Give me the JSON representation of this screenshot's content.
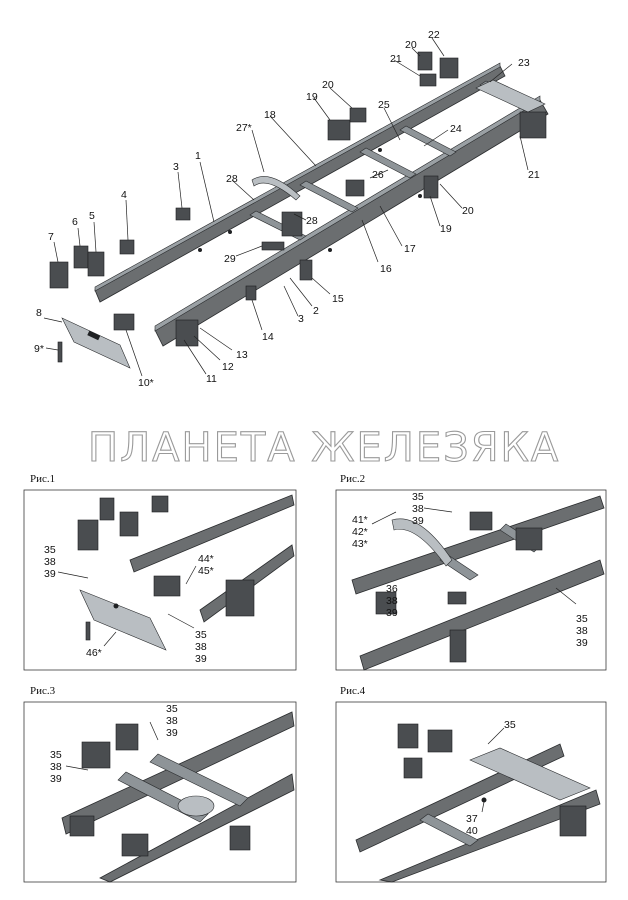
{
  "watermark": "ПЛАНЕТА ЖЕЛЕЗЯКА",
  "main_callouts": [
    "1",
    "2",
    "3",
    "3",
    "4",
    "5",
    "6",
    "7",
    "8",
    "9*",
    "10*",
    "11",
    "12",
    "13",
    "14",
    "15",
    "16",
    "17",
    "18",
    "19",
    "19",
    "20",
    "20",
    "20",
    "21",
    "21",
    "22",
    "23",
    "24",
    "25",
    "26",
    "27*",
    "28",
    "28",
    "29"
  ],
  "panels": [
    {
      "caption": "Рис.1",
      "callouts": [
        "35",
        "38",
        "39",
        "44*",
        "45*",
        "35",
        "38",
        "39",
        "46*"
      ]
    },
    {
      "caption": "Рис.2",
      "callouts": [
        "35",
        "38",
        "39",
        "41*",
        "42*",
        "43*",
        "36",
        "38",
        "39",
        "35",
        "38",
        "39"
      ]
    },
    {
      "caption": "Рис.3",
      "callouts": [
        "35",
        "38",
        "39",
        "35",
        "38",
        "39"
      ]
    },
    {
      "caption": "Рис.4",
      "callouts": [
        "35",
        "37",
        "40"
      ]
    }
  ]
}
